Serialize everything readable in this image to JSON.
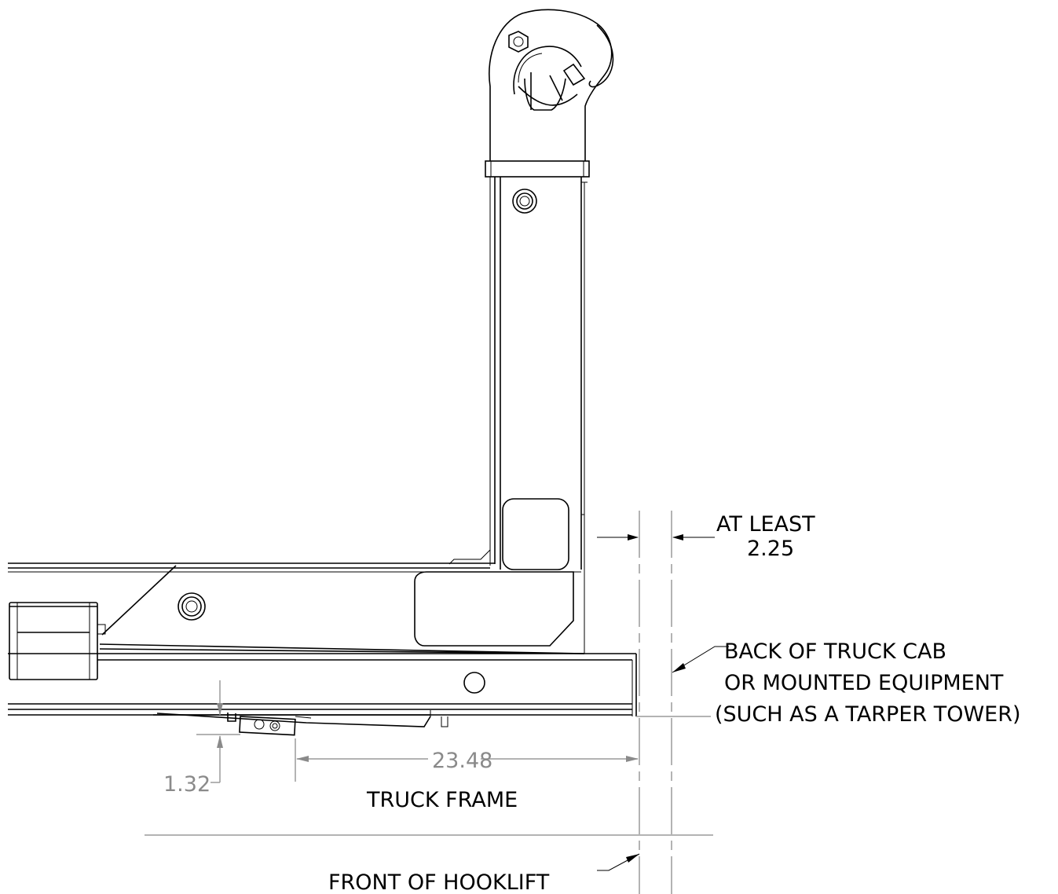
{
  "labels": {
    "at_least_line1": "AT LEAST",
    "at_least_line2": "2.25",
    "cab_line1": "BACK OF TRUCK CAB",
    "cab_line2": "OR MOUNTED EQUIPMENT",
    "cab_line3": "(SUCH AS A TARPER TOWER)",
    "truck_frame": "TRUCK FRAME",
    "front_of_hooklift": "FRONT OF HOOKLIFT"
  },
  "dimensions": {
    "d1": "23.48",
    "d2": "1.32"
  },
  "colors": {
    "line": "#000000",
    "dimension": "#9a9a9a"
  }
}
